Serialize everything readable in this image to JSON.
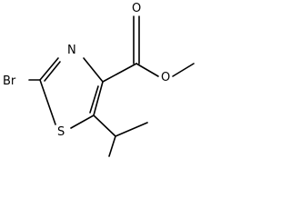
{
  "molecule": {
    "atoms": {
      "br": "Br",
      "n": "N",
      "s": "S",
      "o_carbonyl": "O",
      "o_ester": "O"
    }
  }
}
